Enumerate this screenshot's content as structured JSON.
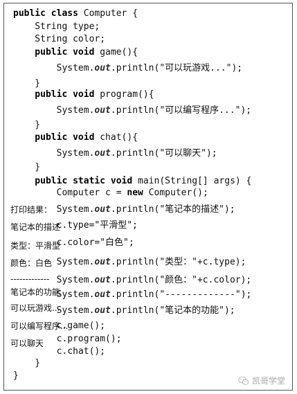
{
  "code": [
    {
      "parts": [
        {
          "t": "public class",
          "k": "kw"
        },
        {
          "t": " Computer {"
        }
      ]
    },
    {
      "parts": [
        {
          "t": "    String type;"
        }
      ]
    },
    {
      "parts": [
        {
          "t": "    String color;"
        }
      ]
    },
    {
      "parts": [
        {
          "t": "    public void",
          "k": "kw"
        },
        {
          "t": " game(){"
        }
      ]
    },
    {
      "parts": [
        {
          "t": "        System."
        },
        {
          "t": "out",
          "k": "it"
        },
        {
          "t": ".println(\"可以玩游戏...\");"
        }
      ]
    },
    {
      "parts": [
        {
          "t": "    }"
        }
      ]
    },
    {
      "parts": [
        {
          "t": "    public void",
          "k": "kw"
        },
        {
          "t": " program(){"
        }
      ]
    },
    {
      "parts": [
        {
          "t": "        System."
        },
        {
          "t": "out",
          "k": "it"
        },
        {
          "t": ".println(\"可以编写程序...\");"
        }
      ]
    },
    {
      "parts": [
        {
          "t": "    }"
        }
      ]
    },
    {
      "parts": [
        {
          "t": "    public void",
          "k": "kw"
        },
        {
          "t": " chat(){"
        }
      ]
    },
    {
      "parts": [
        {
          "t": "        System."
        },
        {
          "t": "out",
          "k": "it"
        },
        {
          "t": ".println(\"可以聊天\");"
        }
      ]
    },
    {
      "parts": [
        {
          "t": "    }"
        }
      ]
    },
    {
      "parts": [
        {
          "t": "    public static void",
          "k": "kw"
        },
        {
          "t": " main(String[] args) {"
        }
      ]
    },
    {
      "parts": [
        {
          "t": "        Computer c = "
        },
        {
          "t": "new",
          "k": "kw"
        },
        {
          "t": " Computer();"
        }
      ]
    },
    {
      "parts": [
        {
          "t": "        System."
        },
        {
          "t": "out",
          "k": "it"
        },
        {
          "t": ".println(\"笔记本的描述\");"
        }
      ]
    },
    {
      "parts": [
        {
          "t": "        c.type=\"平滑型\";"
        }
      ]
    },
    {
      "parts": [
        {
          "t": "        c.color=\"白色\";"
        }
      ]
    },
    {
      "parts": [
        {
          "t": "        System."
        },
        {
          "t": "out",
          "k": "it"
        },
        {
          "t": ".println(\"类型：\"+c.type);"
        }
      ]
    },
    {
      "parts": [
        {
          "t": "        System."
        },
        {
          "t": "out",
          "k": "it"
        },
        {
          "t": ".println(\"颜色：\"+c.color);"
        }
      ]
    },
    {
      "parts": [
        {
          "t": "        System."
        },
        {
          "t": "out",
          "k": "it"
        },
        {
          "t": ".println(\"-------------\");"
        }
      ]
    },
    {
      "parts": [
        {
          "t": "        System."
        },
        {
          "t": "out",
          "k": "it"
        },
        {
          "t": ".println(\"笔记本的功能\");"
        }
      ]
    },
    {
      "parts": [
        {
          "t": "        c.game();"
        }
      ]
    },
    {
      "parts": [
        {
          "t": "        c.program();"
        }
      ]
    },
    {
      "parts": [
        {
          "t": "        c.chat();"
        }
      ]
    },
    {
      "parts": [
        {
          "t": "    }"
        }
      ]
    },
    {
      "parts": [
        {
          "t": "}"
        }
      ]
    }
  ],
  "output": [
    "打印结果：",
    "笔记本的描述",
    "类型：平滑型",
    "颜色：白色",
    "-------------",
    "笔记本的功能",
    "可以玩游戏...",
    "可以编写程序...",
    "可以聊天"
  ],
  "watermark": {
    "text": "凯哥学堂",
    "icon": "wechat-icon"
  },
  "colors": {
    "text": "#111111",
    "border": "#555555",
    "watermark": "#a8a8a8"
  }
}
